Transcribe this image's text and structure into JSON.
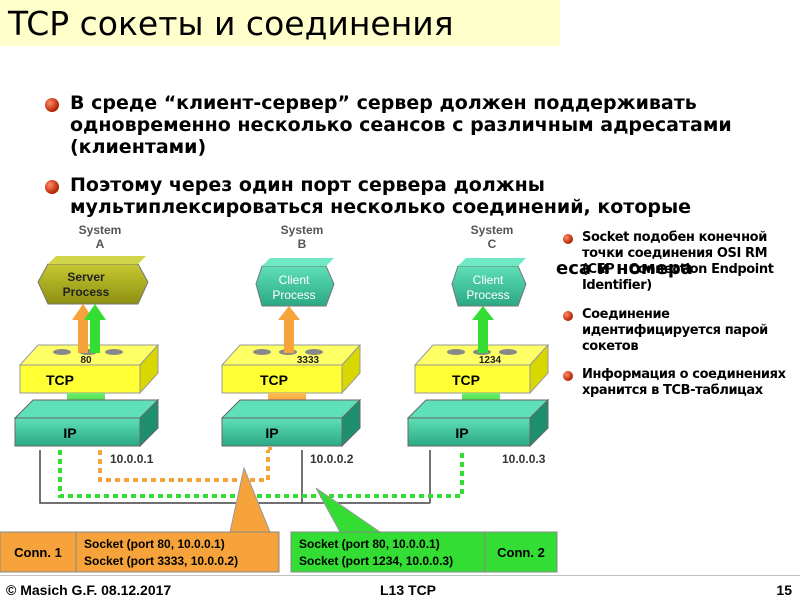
{
  "title": "TCP сокеты и соединения",
  "bullets": [
    "В среде “клиент-сервер” сервер должен поддерживать одновременно несколько сеансов с различным адресатами (клиентами)",
    "Поэтому через один порт сервера должны мультиплексироваться несколько соединений, которые"
  ],
  "hidden_fragment": "еса и номера",
  "side_bullets": [
    "Socket подобен конечной точки соединения OSI RM (CEP – Connection Endpoint Identifier)",
    "Соединение идентифицируется парой сокетов",
    "Информация о соединениях хранится в TCB-таблицах"
  ],
  "diagram": {
    "systems": [
      {
        "label": "System",
        "letter": "A",
        "process": [
          "Server",
          "Process"
        ],
        "port": "80",
        "ip": "10.0.0.1"
      },
      {
        "label": "System",
        "letter": "B",
        "process": [
          "Client",
          "Process"
        ],
        "port": "3333",
        "ip": "10.0.0.2"
      },
      {
        "label": "System",
        "letter": "C",
        "process": [
          "Client",
          "Process"
        ],
        "port": "1234",
        "ip": "10.0.0.3"
      }
    ],
    "tcp_label": "TCP",
    "ip_label": "IP",
    "conn1": {
      "label": "Conn. 1",
      "sockets": [
        "Socket (port 80, 10.0.0.1)",
        "Socket (port 3333, 10.0.0.2)"
      ]
    },
    "conn2": {
      "label": "Conn. 2",
      "sockets": [
        "Socket (port 80, 10.0.0.1)",
        "Socket (port 1234, 10.0.0.3)"
      ]
    },
    "colors": {
      "orange": "#f5a33a",
      "green": "#33dd33",
      "teal": "#3cc8a0",
      "yellow": "#ffff33"
    }
  },
  "footer": {
    "left": "© Masich G.F. 08.12.2017",
    "center": "L13 TCP",
    "right": "15"
  }
}
